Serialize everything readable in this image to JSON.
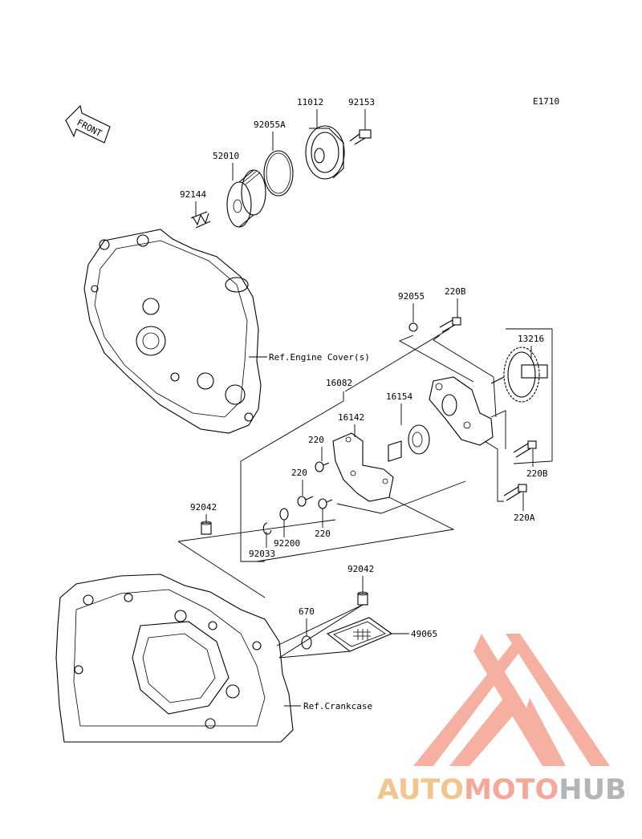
{
  "diagram": {
    "code": "E1710",
    "front_label": "FRONT",
    "parts": {
      "p11012": "11012",
      "p92153": "92153",
      "p92055A": "92055A",
      "p52010": "52010",
      "p92144": "92144",
      "p92055": "92055",
      "p220B_top": "220B",
      "p13216": "13216",
      "p16082": "16082",
      "p16154": "16154",
      "p16142": "16142",
      "p220_a": "220",
      "p220_b": "220",
      "p220_c": "220",
      "p220B_bottom": "220B",
      "p220A": "220A",
      "p92042_left": "92042",
      "p92200": "92200",
      "p92033": "92033",
      "p92042_right": "92042",
      "p670": "670",
      "p49065": "49065"
    },
    "refs": {
      "engine_cover": "Ref.Engine Cover(s)",
      "crankcase": "Ref.Crankcase"
    }
  },
  "watermark": {
    "part1": "AUTO",
    "part2": "MOTO",
    "part3": "HUB",
    "colors": {
      "accent": "#f5a898",
      "gold": "#f2c58f",
      "gray": "#b5b5b5"
    }
  }
}
